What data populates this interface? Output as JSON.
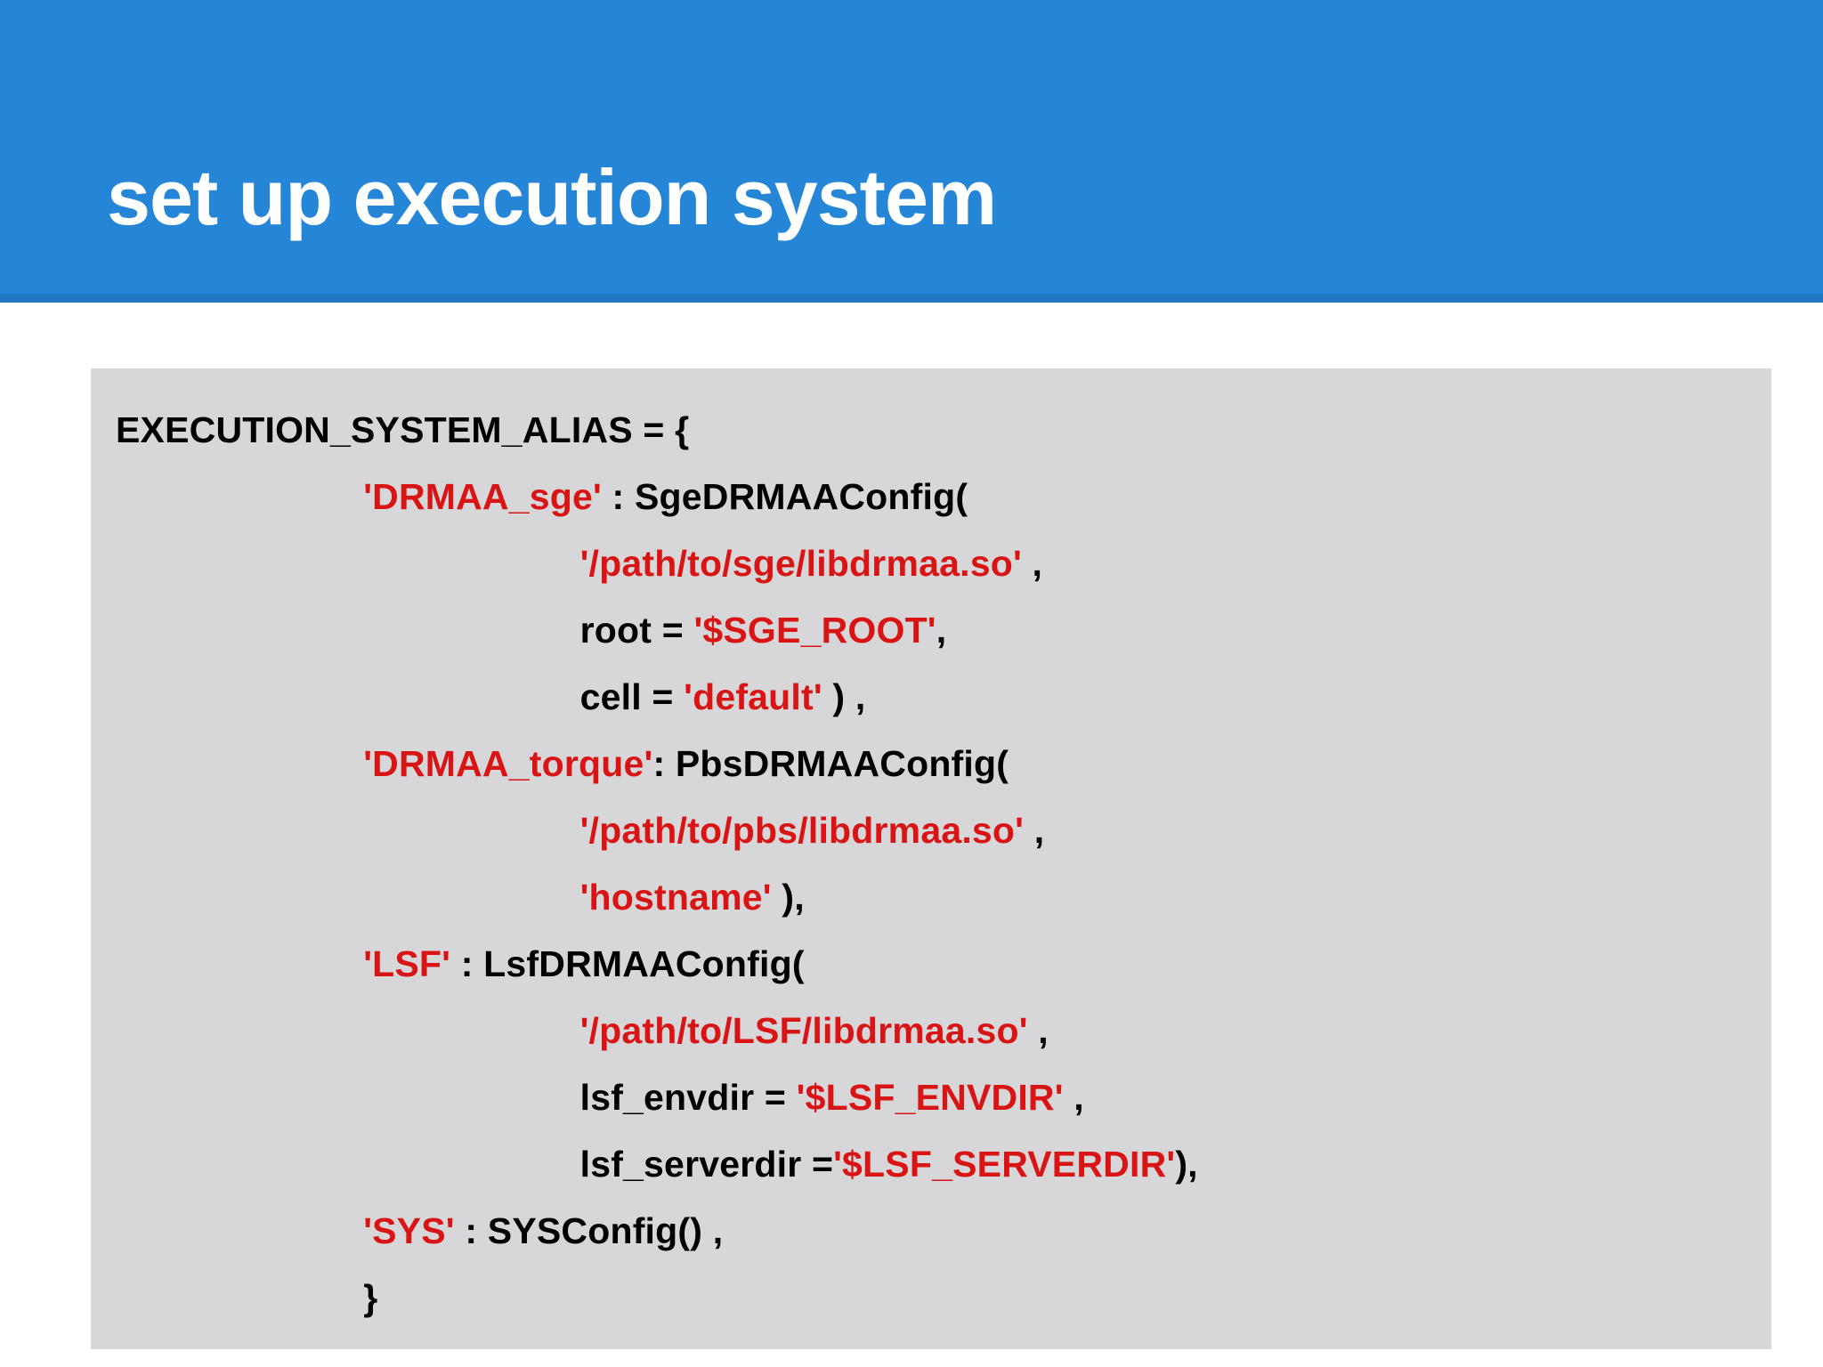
{
  "slide": {
    "title": "set up execution system",
    "header_color": "#2585d6",
    "panel_color": "#d7d7d9",
    "string_color": "#d81414",
    "code_color": "#000000"
  },
  "code": {
    "language": "python",
    "lines": [
      {
        "indent": 0,
        "segments": [
          {
            "text": "EXECUTION_SYSTEM_ALIAS = {",
            "color": "black"
          }
        ]
      },
      {
        "indent": 8,
        "segments": [
          {
            "text": "'DRMAA_sge'",
            "color": "red"
          },
          {
            "text": " : SgeDRMAAConfig(",
            "color": "black"
          }
        ]
      },
      {
        "indent": 15,
        "segments": [
          {
            "text": "'/path/to/sge/libdrmaa.so'",
            "color": "red"
          },
          {
            "text": " ,",
            "color": "black"
          }
        ]
      },
      {
        "indent": 15,
        "segments": [
          {
            "text": "root = ",
            "color": "black"
          },
          {
            "text": "'$SGE_ROOT'",
            "color": "red"
          },
          {
            "text": ",",
            "color": "black"
          }
        ]
      },
      {
        "indent": 15,
        "segments": [
          {
            "text": "cell = ",
            "color": "black"
          },
          {
            "text": "'default'",
            "color": "red"
          },
          {
            "text": " ) ,",
            "color": "black"
          }
        ]
      },
      {
        "indent": 8,
        "segments": [
          {
            "text": "'DRMAA_torque'",
            "color": "red"
          },
          {
            "text": ": PbsDRMAAConfig(",
            "color": "black"
          }
        ]
      },
      {
        "indent": 15,
        "segments": [
          {
            "text": "'/path/to/pbs/libdrmaa.so'",
            "color": "red"
          },
          {
            "text": " ,",
            "color": "black"
          }
        ]
      },
      {
        "indent": 15,
        "segments": [
          {
            "text": "'hostname'",
            "color": "red"
          },
          {
            "text": " ),",
            "color": "black"
          }
        ]
      },
      {
        "indent": 8,
        "segments": [
          {
            "text": "'LSF'",
            "color": "red"
          },
          {
            "text": " : LsfDRMAAConfig(",
            "color": "black"
          }
        ]
      },
      {
        "indent": 15,
        "segments": [
          {
            "text": "'/path/to/LSF/libdrmaa.so'",
            "color": "red"
          },
          {
            "text": " ,",
            "color": "black"
          }
        ]
      },
      {
        "indent": 15,
        "segments": [
          {
            "text": "lsf_envdir = ",
            "color": "black"
          },
          {
            "text": "'$LSF_ENVDIR'",
            "color": "red"
          },
          {
            "text": " ,",
            "color": "black"
          }
        ]
      },
      {
        "indent": 15,
        "segments": [
          {
            "text": "lsf_serverdir =",
            "color": "black"
          },
          {
            "text": "'$LSF_SERVERDIR'",
            "color": "red"
          },
          {
            "text": "),",
            "color": "black"
          }
        ]
      },
      {
        "indent": 8,
        "segments": [
          {
            "text": "'SYS'",
            "color": "red"
          },
          {
            "text": " : SYSConfig() ,",
            "color": "black"
          }
        ]
      },
      {
        "indent": 8,
        "segments": [
          {
            "text": "}",
            "color": "black"
          }
        ]
      }
    ]
  }
}
